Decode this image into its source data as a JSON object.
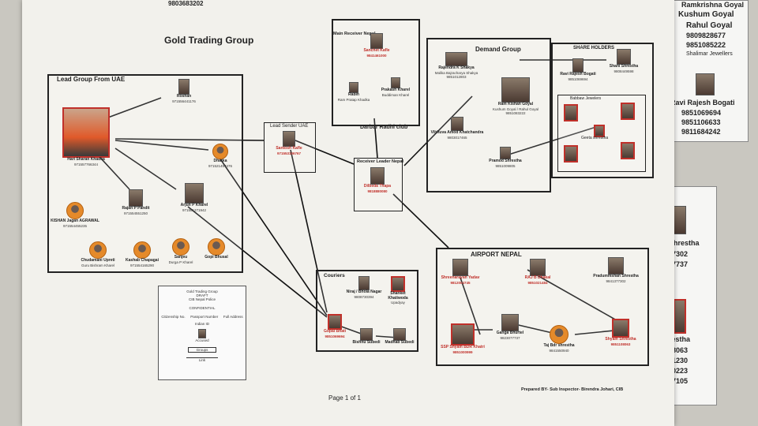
{
  "chart": {
    "title": "Gold Trading Group",
    "page_label": "Page 1 of 1",
    "prepared_by": "Prepared BY- Sub Inspector- Birendra Johari, CIB",
    "header_number": "9803683202"
  },
  "groups": {
    "lead_uae": "Lead Group From UAE",
    "lead_sender": "Lead Sender UAE",
    "main_receiver": "Main Receiver Nepal",
    "darbar": "Darbar Radhi club",
    "receiver_leader": "Receiver Leader Nepal",
    "demand": "Demand Group",
    "share_holders": "SHARE HOLDERS",
    "couriers": "Couriers",
    "airport": "AIRPORT NEPAL"
  },
  "nodes": {
    "hari": {
      "name": "Hari Sharan Khadka",
      "num": "971557766344"
    },
    "roshan": {
      "name": "Roshan",
      "num": "971556441176"
    },
    "dharka": {
      "name": "Dharka",
      "num": "971521457476"
    },
    "rajan": {
      "name": "Rajan P Pandit",
      "num": "971554551250"
    },
    "arjun": {
      "name": "Arjun P Kharel",
      "num": "971501271942"
    },
    "kishan": {
      "name": "KISHAN Jagan AGRAWAL",
      "num": "971554455235"
    },
    "chudamani": {
      "name": "Chudamani Upreti",
      "sub": "Guru Bishram Kharel"
    },
    "kashab": {
      "name": "Kashab Chapagai",
      "num": "971554165290"
    },
    "sanjeu": {
      "name": "Sanjeu",
      "sub": "Durga P Kharel"
    },
    "gopi": {
      "name": "Gopi Bhusal"
    },
    "santosh": {
      "name": "Santosh Kafle",
      "num": "971553106767"
    },
    "sanchet": {
      "name": "Sanchet Kafle",
      "num": "9841461000"
    },
    "rabin": {
      "name": "Rabin",
      "sub": "Ram Pratap Khadka"
    },
    "prakash": {
      "name": "Prakash Kharel",
      "sub": "Buddiman Kharel"
    },
    "dilbeda": {
      "name": "Dilbeda Thapa",
      "num": "9818880080"
    },
    "rajendra": {
      "name": "Rajendra K Shakya",
      "sub": "Malika Bajracharya Shakya",
      "num": "9851012803"
    },
    "ram_kishan": {
      "name": "Ram Kishan Goyal",
      "sub": "Kushum Goyal / Rahul Goyal",
      "num": "9851083222"
    },
    "vibhuva": {
      "name": "Vibhuva Amod Khatchandra",
      "num": "9803017465"
    },
    "pramod": {
      "name": "Pramod Shrestha",
      "num": "9851009805"
    },
    "ravi": {
      "name": "Ravi Rajesh Bogati",
      "num": "9851069694"
    },
    "shani": {
      "name": "Shani Shrestha",
      "num": "9808449598"
    },
    "babbaw": {
      "label": "Babbaw Jewelers"
    },
    "geeta": {
      "label": "Geeta shrestha"
    },
    "nirajaj": {
      "name": "Niraj / Bhola Nagar",
      "num": "9808730394"
    },
    "shanket": {
      "name": "Shanket Khatiwoda",
      "sub": "Upadyay"
    },
    "gopal": {
      "name": "Gopal Bhati",
      "num": "9851069694"
    },
    "bishnu": {
      "name": "Bishnu Subedi"
    },
    "madhab": {
      "name": "Madhab Subedi"
    },
    "shreenarayan": {
      "name": "Shreenarayan Yadav",
      "num": "9812004745"
    },
    "raj_dhakal": {
      "name": "RAJ B Dhakal",
      "num": "9851021484"
    },
    "pradummshan": {
      "name": "Pradummshan Shrestha",
      "num": "9841377302"
    },
    "ssp": {
      "name": "SSP Shyam BDR Khatri",
      "num": "9851000999"
    },
    "ganga": {
      "name": "Ganga Bhurtel",
      "num": "9823077737"
    },
    "taj": {
      "name": "Taj Bdr shrestha",
      "num": "9841550940"
    },
    "shyam": {
      "name": "Shyam Shrestha",
      "num": "9851108063"
    }
  },
  "legend": {
    "title": "Gold Trading Group",
    "sub": "DRAFT",
    "org": "CIB Nepal Police",
    "confidential": "CONFIDENTIAL",
    "items": [
      "Citizenship No.",
      "Passport Number",
      "Full Address",
      "Indian ID"
    ],
    "accused": "Accused",
    "groups": "Groups",
    "link": "Link"
  },
  "side_sheet": {
    "lines": [
      "Ramkrishna Goyal",
      "Kushum Goyal",
      "Rahul Goyal",
      "9809828677",
      "9851085222",
      "Shalimar Jewellers"
    ],
    "ravi_lines": [
      "Ravi Rajesh Bogati",
      "9851069694",
      "9851106633",
      "9811684242"
    ],
    "lower_lines": [
      "Shrestha",
      "7302",
      "7737"
    ],
    "lower2_lines": [
      "restha",
      "8063",
      "1230",
      "0223",
      "7105"
    ]
  }
}
